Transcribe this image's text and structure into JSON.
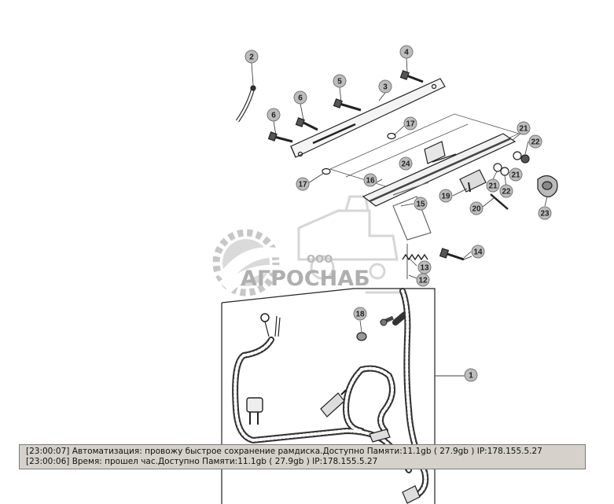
{
  "callouts": [
    {
      "id": "c2",
      "label": "2"
    },
    {
      "id": "c4",
      "label": "4"
    },
    {
      "id": "c5",
      "label": "5"
    },
    {
      "id": "c3",
      "label": "3"
    },
    {
      "id": "c6a",
      "label": "6"
    },
    {
      "id": "c6b",
      "label": "6"
    },
    {
      "id": "c17a",
      "label": "17"
    },
    {
      "id": "c21a",
      "label": "21"
    },
    {
      "id": "c22a",
      "label": "22"
    },
    {
      "id": "c24",
      "label": "24"
    },
    {
      "id": "c17b",
      "label": "17"
    },
    {
      "id": "c16",
      "label": "16"
    },
    {
      "id": "c21b",
      "label": "21"
    },
    {
      "id": "c21c",
      "label": "21"
    },
    {
      "id": "c22b",
      "label": "22"
    },
    {
      "id": "c19",
      "label": "19"
    },
    {
      "id": "c20",
      "label": "20"
    },
    {
      "id": "c23",
      "label": "23"
    },
    {
      "id": "c15",
      "label": "15"
    },
    {
      "id": "c14",
      "label": "14"
    },
    {
      "id": "c13",
      "label": "13"
    },
    {
      "id": "c12",
      "label": "12"
    },
    {
      "id": "c18",
      "label": "18"
    },
    {
      "id": "c1",
      "label": "1"
    }
  ],
  "watermark": {
    "company_form": "ООО",
    "company_name": "АГРОСНАБ"
  },
  "log": {
    "lines": [
      "[23:00:07]  Автоматизация: провожу быстрое сохранение рамдиска.Доступно Памяти:11.1gb  ( 27.9gb ) IP:178.155.5.27",
      "[23:00:06]  Время: прошел час.Доступно Памяти:11.1gb  ( 27.9gb ) IP:178.155.5.27"
    ]
  }
}
